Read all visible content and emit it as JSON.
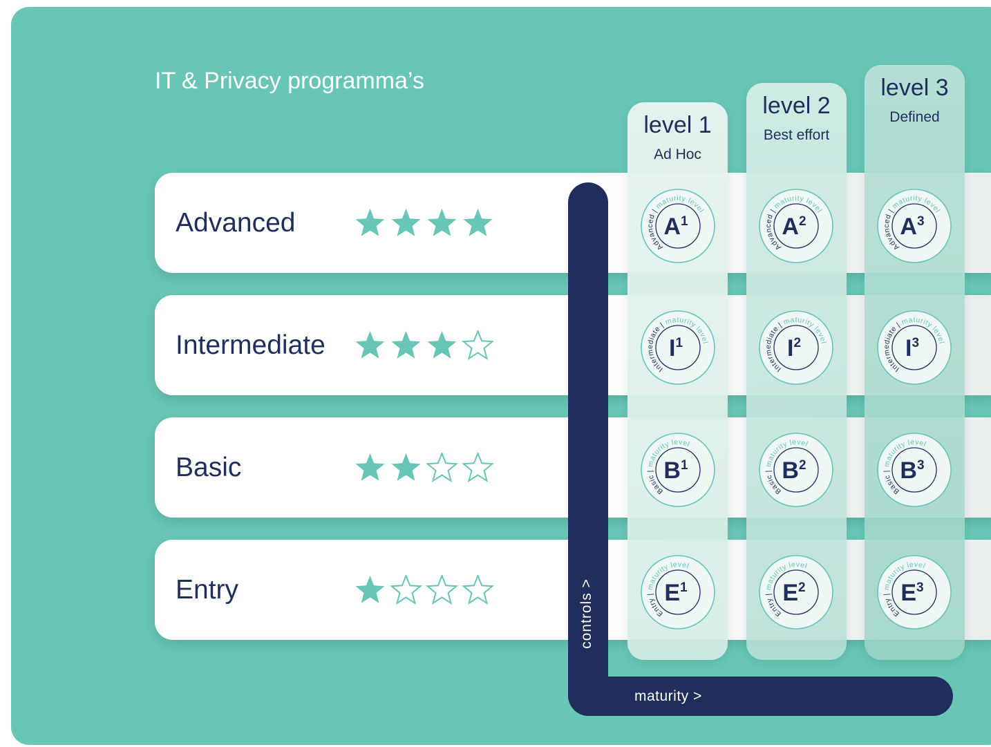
{
  "title": "IT & Privacy programma’s",
  "colors": {
    "background": "#67c6b5",
    "navy": "#1f2e5c",
    "teal": "#67c6b5",
    "white": "#ffffff"
  },
  "categories": [
    {
      "label": "Advanced",
      "stars_filled": 4,
      "stars_total": 4,
      "badge_ring": "Advanced",
      "badge_letter": "A"
    },
    {
      "label": "Intermediate",
      "stars_filled": 3,
      "stars_total": 4,
      "badge_ring": "Intermediate",
      "badge_letter": "I"
    },
    {
      "label": "Basic",
      "stars_filled": 2,
      "stars_total": 4,
      "badge_ring": "Basic",
      "badge_letter": "B"
    },
    {
      "label": "Entry",
      "stars_filled": 1,
      "stars_total": 4,
      "badge_ring": "Entry",
      "badge_letter": "E"
    }
  ],
  "levels": [
    {
      "title": "level 1",
      "subtitle": "Ad Hoc",
      "number": "1"
    },
    {
      "title": "level 2",
      "subtitle": "Best effort",
      "number": "2"
    },
    {
      "title": "level 3",
      "subtitle": "Defined",
      "number": "3"
    }
  ],
  "badge_separator": "|",
  "badge_suffix": "maturity level",
  "axes": {
    "y_label": "controls >",
    "x_label": "maturity >"
  }
}
